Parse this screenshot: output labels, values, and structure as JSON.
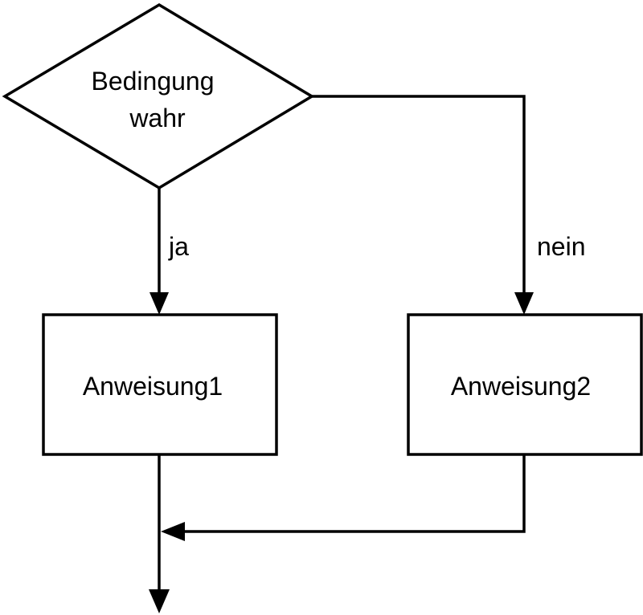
{
  "diagram": {
    "decision": {
      "line1": "Bedingung",
      "line2": "wahr"
    },
    "branch_yes_label": "ja",
    "branch_no_label": "nein",
    "statement1": "Anweisung1",
    "statement2": "Anweisung2",
    "colors": {
      "stroke": "#000000",
      "fill": "#ffffff"
    }
  }
}
